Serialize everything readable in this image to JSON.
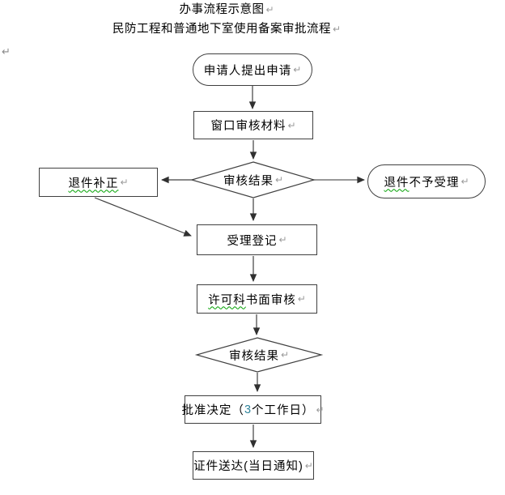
{
  "document": {
    "title_line1": "办事流程示意图",
    "title_line2": "民防工程和普通地下室使用备案审批流程",
    "pilcrow": "↵"
  },
  "flowchart": {
    "nodes": {
      "start": {
        "label": "申请人提出申请"
      },
      "window_review": {
        "label": "窗口审核材料"
      },
      "decision1": {
        "label": "审核结果"
      },
      "return_correction": {
        "label": "退件补正"
      },
      "reject": {
        "label_flagged": "退件",
        "label_rest": "不予受理"
      },
      "register": {
        "label": "受理登记"
      },
      "written_review": {
        "label_flagged": "许可科",
        "label_rest": "书面审核"
      },
      "decision2": {
        "label": "审核结果"
      },
      "approval": {
        "label_prefix": "批准决定（",
        "label_number": "3",
        "label_suffix": " 个工作日）"
      },
      "delivery": {
        "label": "证件送达(当日通知)"
      }
    },
    "colors": {
      "shape_border": "#404040",
      "connector": "#404040",
      "text": "#000000",
      "pilcrow": "#9a9a9a",
      "spellcheck_underline": "#00a000",
      "number_highlight": "#31849b",
      "background": "#ffffff"
    }
  }
}
